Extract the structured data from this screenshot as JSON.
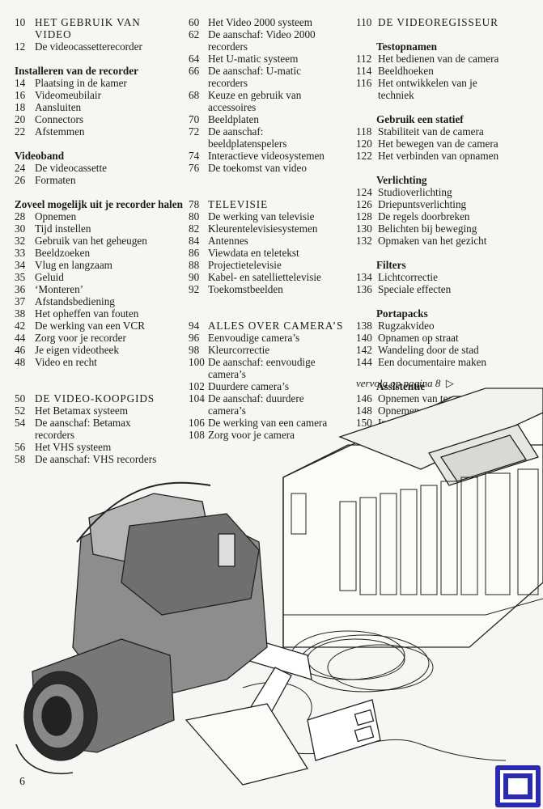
{
  "columns": [
    {
      "groups": [
        {
          "entries": [
            {
              "n": "10",
              "t": "HET GEBRUIK VAN",
              "big": true
            },
            {
              "n": "",
              "t": "VIDEO",
              "big": true
            },
            {
              "n": "12",
              "t": "De videocassetterecorder"
            }
          ]
        },
        {
          "heading": "Installeren van de recorder",
          "entries": [
            {
              "n": "14",
              "t": "Plaatsing in de kamer"
            },
            {
              "n": "16",
              "t": "Videomeubilair"
            },
            {
              "n": "18",
              "t": "Aansluiten"
            },
            {
              "n": "20",
              "t": "Connectors"
            },
            {
              "n": "22",
              "t": "Afstemmen"
            }
          ]
        },
        {
          "heading": "Videoband",
          "entries": [
            {
              "n": "24",
              "t": "De videocassette"
            },
            {
              "n": "26",
              "t": "Formaten"
            }
          ]
        },
        {
          "heading": "Zoveel mogelijk uit je recorder halen",
          "entries": [
            {
              "n": "28",
              "t": "Opnemen"
            },
            {
              "n": "30",
              "t": "Tijd instellen"
            },
            {
              "n": "32",
              "t": "Gebruik van het geheugen"
            },
            {
              "n": "33",
              "t": "Beeldzoeken"
            },
            {
              "n": "34",
              "t": "Vlug en langzaam"
            },
            {
              "n": "35",
              "t": "Geluid"
            },
            {
              "n": "36",
              "t": "‘Monteren’"
            },
            {
              "n": "37",
              "t": "Afstandsbediening"
            },
            {
              "n": "38",
              "t": "Het opheffen van fouten"
            },
            {
              "n": "42",
              "t": "De werking van een VCR"
            },
            {
              "n": "44",
              "t": "Zorg voor je recorder"
            },
            {
              "n": "46",
              "t": "Je eigen videotheek"
            },
            {
              "n": "48",
              "t": "Video en recht"
            }
          ]
        },
        {
          "entries": [
            {
              "n": "50",
              "t": "DE VIDEO-KOOPGIDS",
              "big": true
            },
            {
              "n": "52",
              "t": "Het Betamax systeem"
            },
            {
              "n": "54",
              "t": "De aanschaf: Betamax"
            },
            {
              "n": "",
              "t": "recorders"
            },
            {
              "n": "56",
              "t": "Het VHS systeem"
            },
            {
              "n": "58",
              "t": "De aanschaf: VHS recorders"
            }
          ]
        }
      ]
    },
    {
      "groups": [
        {
          "entries": [
            {
              "n": "60",
              "t": "Het Video 2000 systeem"
            },
            {
              "n": "62",
              "t": "De aanschaf: Video 2000"
            },
            {
              "n": "",
              "t": "recorders"
            },
            {
              "n": "64",
              "t": "Het U-matic systeem"
            },
            {
              "n": "66",
              "t": "De aanschaf: U-matic"
            },
            {
              "n": "",
              "t": "recorders"
            },
            {
              "n": "68",
              "t": "Keuze en gebruik van"
            },
            {
              "n": "",
              "t": "accessoires"
            },
            {
              "n": "70",
              "t": "Beeldplaten"
            },
            {
              "n": "72",
              "t": "De aanschaf:"
            },
            {
              "n": "",
              "t": "beeldplatenspelers"
            },
            {
              "n": "74",
              "t": "Interactieve videosystemen"
            },
            {
              "n": "76",
              "t": "De toekomst van video"
            }
          ]
        },
        {
          "entries": [
            {
              "n": "78",
              "t": "TELEVISIE",
              "big": true
            },
            {
              "n": "80",
              "t": "De werking van televisie"
            },
            {
              "n": "82",
              "t": "Kleurentelevisiesystemen"
            },
            {
              "n": "84",
              "t": "Antennes"
            },
            {
              "n": "86",
              "t": "Viewdata en teletekst"
            },
            {
              "n": "88",
              "t": "Projectietelevisie"
            },
            {
              "n": "90",
              "t": "Kabel- en satelliettelevisie"
            },
            {
              "n": "92",
              "t": "Toekomstbeelden"
            }
          ]
        },
        {
          "entries": [
            {
              "n": "94",
              "t": "ALLES OVER CAMERA’S",
              "big": true
            },
            {
              "n": "96",
              "t": "Eenvoudige camera’s"
            },
            {
              "n": "98",
              "t": "Kleurcorrectie"
            },
            {
              "n": "100",
              "t": "De aanschaf: eenvoudige"
            },
            {
              "n": "",
              "t": "camera’s"
            },
            {
              "n": "102",
              "t": "Duurdere camera’s"
            },
            {
              "n": "104",
              "t": "De aanschaf: duurdere"
            },
            {
              "n": "",
              "t": "camera’s"
            },
            {
              "n": "106",
              "t": "De werking van een camera"
            },
            {
              "n": "108",
              "t": "Zorg voor je camera"
            }
          ]
        }
      ]
    },
    {
      "groups": [
        {
          "entries": [
            {
              "n": "110",
              "t": "DE VIDEOREGISSEUR",
              "big": true
            }
          ]
        },
        {
          "heading": "Testopnamen",
          "entries": [
            {
              "n": "112",
              "t": "Het bedienen van de camera"
            },
            {
              "n": "114",
              "t": "Beeldhoeken"
            },
            {
              "n": "116",
              "t": "Het ontwikkelen van je"
            },
            {
              "n": "",
              "t": "techniek"
            }
          ]
        },
        {
          "heading": "Gebruik een statief",
          "entries": [
            {
              "n": "118",
              "t": "Stabiliteit van de camera"
            },
            {
              "n": "120",
              "t": "Het bewegen van de camera"
            },
            {
              "n": "122",
              "t": "Het verbinden van opnamen"
            }
          ]
        },
        {
          "heading": "Verlichting",
          "entries": [
            {
              "n": "124",
              "t": "Studioverlichting"
            },
            {
              "n": "126",
              "t": "Driepuntsverlichting"
            },
            {
              "n": "128",
              "t": "De regels doorbreken"
            },
            {
              "n": "130",
              "t": "Belichten bij beweging"
            },
            {
              "n": "132",
              "t": "Opmaken van het gezicht"
            }
          ]
        },
        {
          "heading": "Filters",
          "entries": [
            {
              "n": "134",
              "t": "Lichtcorrectie"
            },
            {
              "n": "136",
              "t": "Speciale effecten"
            }
          ]
        },
        {
          "heading": "Portapacks",
          "entries": [
            {
              "n": "138",
              "t": "Rugzakvideo"
            },
            {
              "n": "140",
              "t": "Opnamen op straat"
            },
            {
              "n": "142",
              "t": "Wandeling door de stad"
            },
            {
              "n": "144",
              "t": "Een documentaire maken"
            }
          ]
        },
        {
          "heading": "Assistentie",
          "entries": [
            {
              "n": "146",
              "t": "Opnemen van teamsporten"
            },
            {
              "n": "148",
              "t": "Opnemen van snelle acties"
            },
            {
              "n": "150",
              "t": "Interviewen"
            }
          ]
        }
      ]
    }
  ],
  "continued": "vervolg op pagina 8",
  "page_number": "6",
  "colors": {
    "ink": "#1b1b1b",
    "paper": "#f7f6f2",
    "logo": "#2b2bb0"
  }
}
